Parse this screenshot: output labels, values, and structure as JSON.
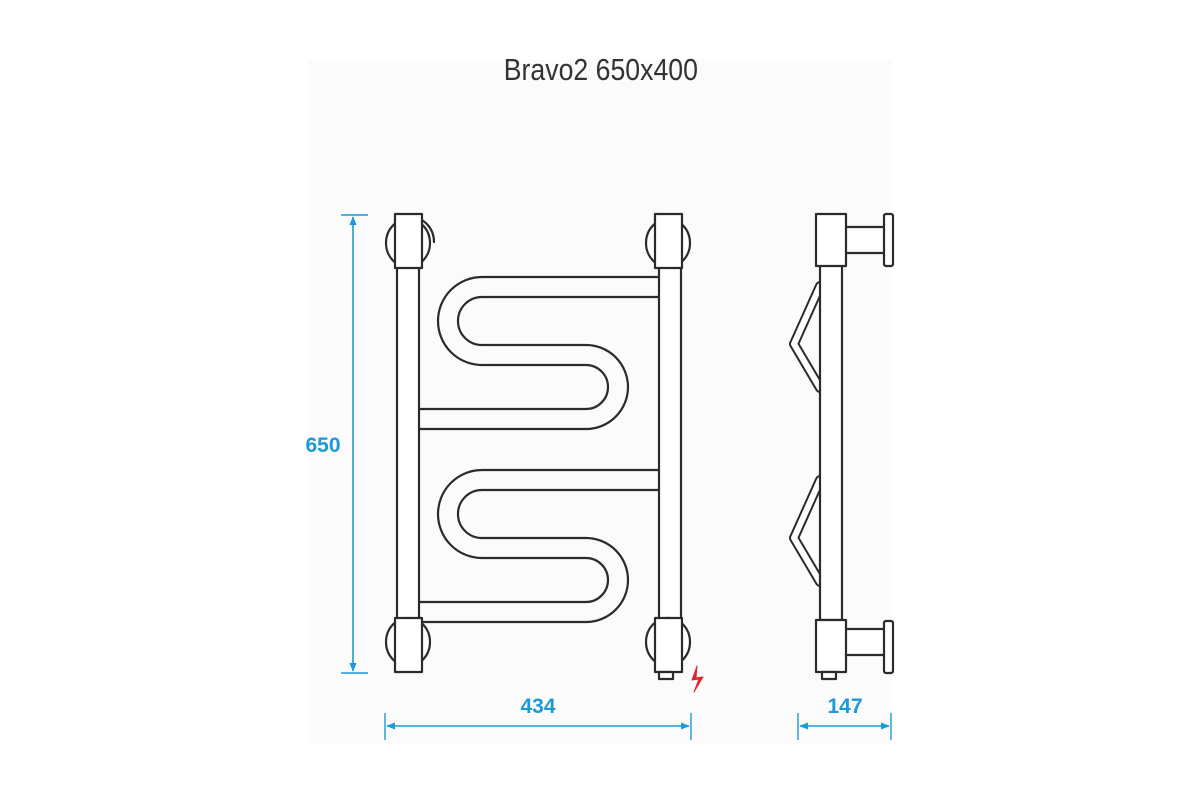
{
  "title": "Bravo2 650x400",
  "dimensions": {
    "height": "650",
    "width": "434",
    "depth": "147"
  },
  "colors": {
    "dimension": "#1b9ad6",
    "outline": "#2b2b2b",
    "steel": "#ffffff",
    "electric_symbol": "#e0252b"
  },
  "icons": {
    "electric_connection": "lightning-bolt-icon"
  }
}
